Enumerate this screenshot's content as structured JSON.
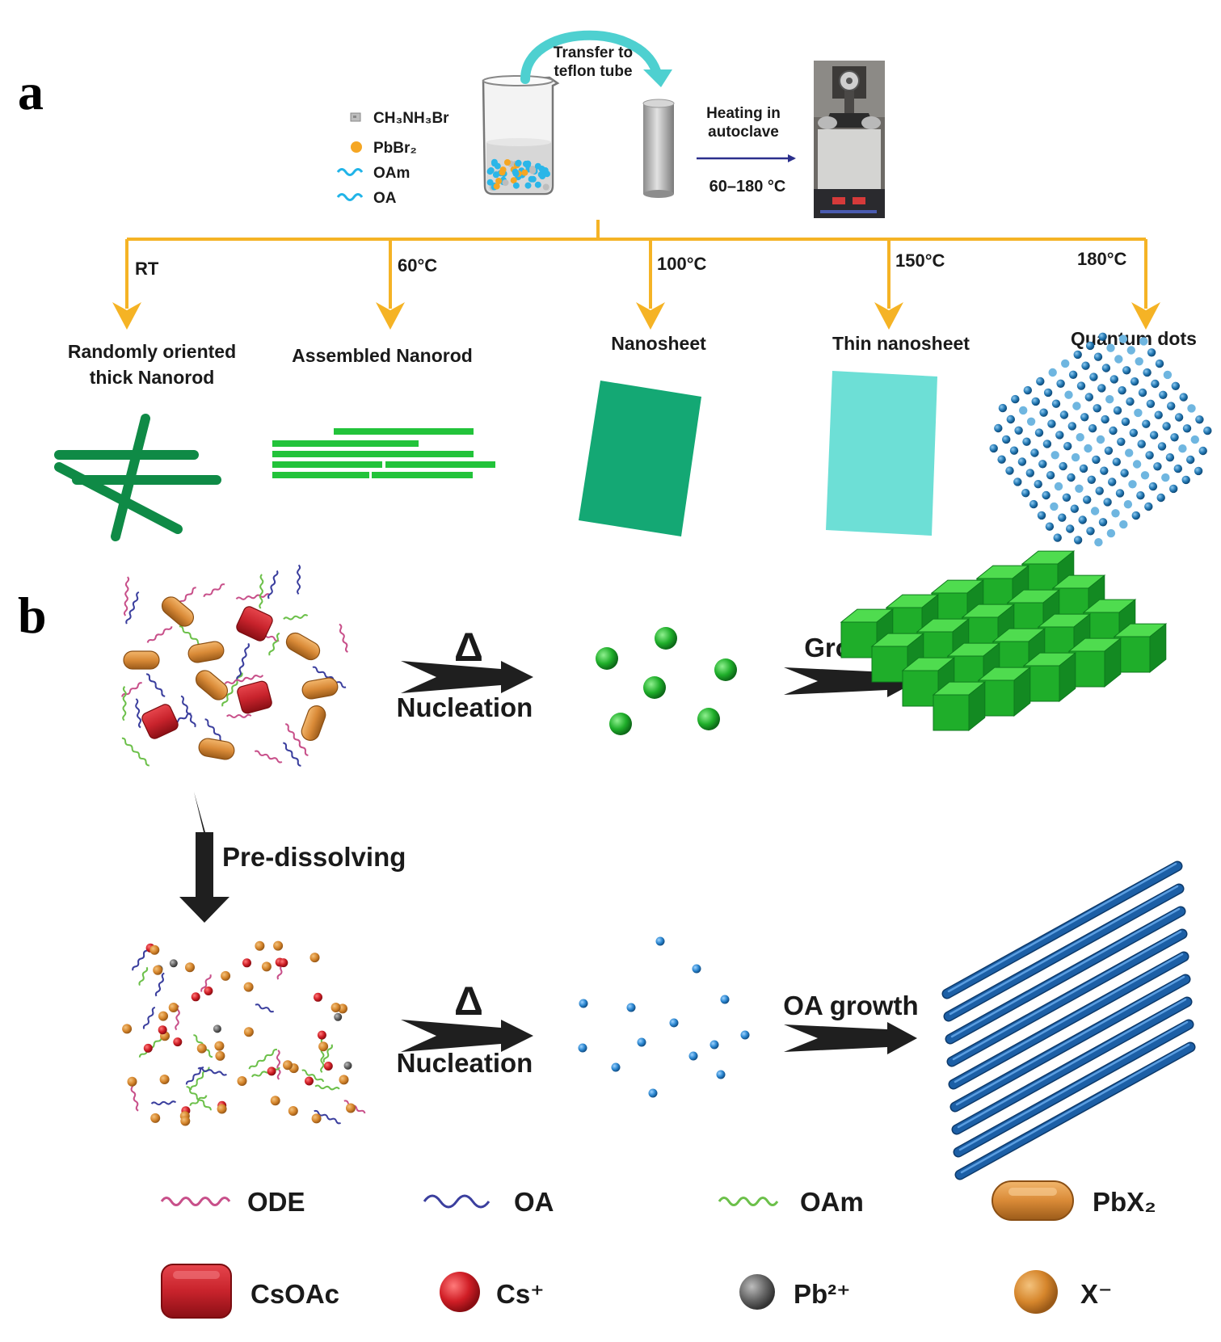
{
  "panels": {
    "a": "a",
    "b": "b"
  },
  "panel_a": {
    "reagents": [
      {
        "label": "CH₃NH₃Br",
        "icon": "powder-icon"
      },
      {
        "label": "PbBr₂",
        "icon": "orange-dot-icon"
      },
      {
        "label": "OAm",
        "icon": "cyan-wave-icon"
      },
      {
        "label": "OA",
        "icon": "cyan-wave-icon"
      }
    ],
    "transfer_line1": "Transfer to",
    "transfer_line2": "teflon tube",
    "heating_line1": "Heating in",
    "heating_line2": "autoclave",
    "temp_range": "60–180 °C",
    "branches": [
      {
        "temp": "RT",
        "product_line1": "Randomly oriented",
        "product_line2": "thick Nanorod"
      },
      {
        "temp": "60°C",
        "product_line1": "Assembled Nanorod",
        "product_line2": ""
      },
      {
        "temp": "100°C",
        "product_line1": "Nanosheet",
        "product_line2": ""
      },
      {
        "temp": "150°C",
        "product_line1": "Thin nanosheet",
        "product_line2": ""
      },
      {
        "temp": "180°C",
        "product_line1": "Quantum dots",
        "product_line2": ""
      }
    ]
  },
  "panel_b": {
    "heat_symbol_top": "Δ",
    "heat_symbol_bottom": "Δ",
    "nucleation_top": "Nucleation",
    "nucleation_bottom": "Nucleation",
    "growth": "Growth",
    "pre_dissolving": "Pre-dissolving",
    "oa_growth": "OA growth"
  },
  "legend": [
    {
      "label": "ODE",
      "icon": "pink-wave-icon"
    },
    {
      "label": "OA",
      "icon": "blue-wave-icon"
    },
    {
      "label": "OAm",
      "icon": "green-wave-icon"
    },
    {
      "label": "PbX₂",
      "icon": "orange-capsule-icon"
    },
    {
      "label": "CsOAc",
      "icon": "red-block-icon"
    },
    {
      "label": "Cs⁺",
      "icon": "red-sphere-icon"
    },
    {
      "label": "Pb²⁺",
      "icon": "gray-sphere-icon"
    },
    {
      "label": "X⁻",
      "icon": "orange-sphere-icon"
    }
  ],
  "colors": {
    "tree_orange": "#f5b325",
    "dark_green": "#0f8a46",
    "bright_green": "#22c33a",
    "sheet_green": "#14a874",
    "sheet_cyan": "#6ddfd6",
    "dot_blue": "#1f6aa8",
    "rod_blue": "#1c5fa6",
    "capsule_orange": "#d98a37",
    "block_red": "#c8232c",
    "curve_cyan": "#4ed0d0"
  }
}
